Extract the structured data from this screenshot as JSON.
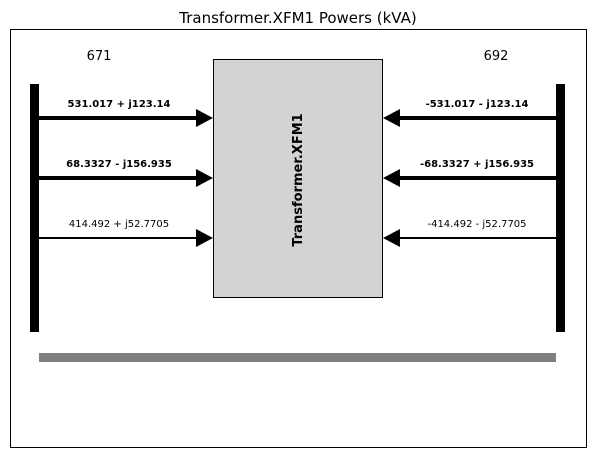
{
  "title": "Transformer.XFM1 Powers (kVA)",
  "colors": {
    "transformer_fill": "#d3d3d3",
    "bus": "#000000",
    "bottom_bar": "#808080",
    "frame": "#000000"
  },
  "buses": {
    "left": {
      "name": "671"
    },
    "right": {
      "name": "692"
    }
  },
  "transformer": {
    "name": "Transformer.XFM1"
  },
  "phases": [
    {
      "left_value": "531.017 + j123.14",
      "right_value": "-531.017 - j123.14",
      "bold": true
    },
    {
      "left_value": "68.3327 - j156.935",
      "right_value": "-68.3327 + j156.935",
      "bold": true
    },
    {
      "left_value": "414.492 + j52.7705",
      "right_value": "-414.492 - j52.7705",
      "bold": false
    }
  ]
}
